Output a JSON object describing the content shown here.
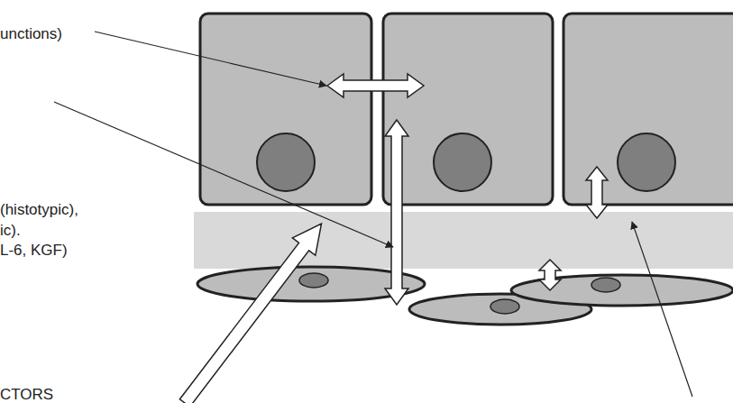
{
  "diagram": {
    "labels": [
      "unctions)",
      "(histotypic),",
      "ic).",
      "L-6, KGF)",
      "CTORS"
    ]
  }
}
